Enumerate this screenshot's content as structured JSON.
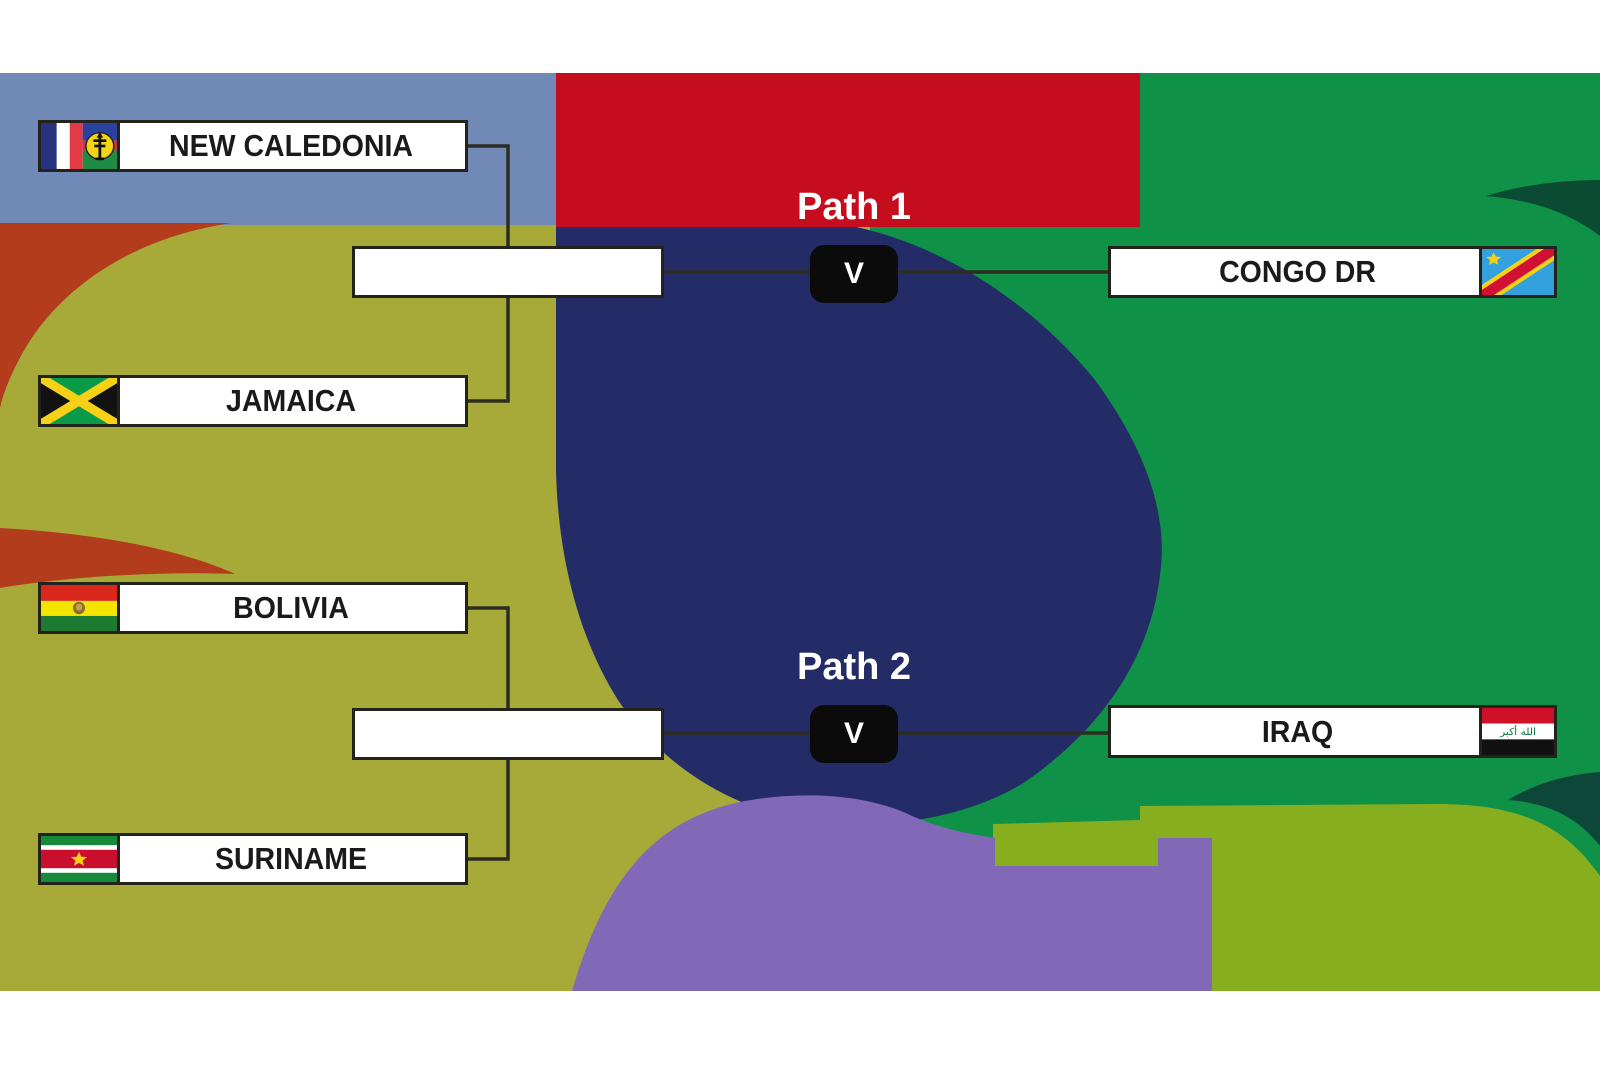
{
  "paths": [
    {
      "label": "Path 1",
      "vs": "V",
      "semi": {
        "top": "NEW CALEDONIA",
        "bottom": "JAMAICA"
      },
      "winner_placeholder": "",
      "opponent": "CONGO DR"
    },
    {
      "label": "Path 2",
      "vs": "V",
      "semi": {
        "top": "BOLIVIA",
        "bottom": "SURINAME"
      },
      "winner_placeholder": "",
      "opponent": "IRAQ"
    }
  ],
  "flags": [
    "new-caledonia-flag",
    "jamaica-flag",
    "bolivia-flag",
    "suriname-flag",
    "congo-dr-flag",
    "iraq-flag"
  ],
  "colors": {
    "olive": "#a7aa38",
    "slate_blue": "#7189b6",
    "red_band": "#c50d1d",
    "green": "#0f9147",
    "navy": "#232c66",
    "rust": "#b23c1c",
    "purple": "#8169b7",
    "bright_green": "#86ae1e",
    "teal": "#0d4739",
    "dark_swoosh": "#0b4a33",
    "box_border": "#23231b",
    "chip_black": "#0b0b0b",
    "text_dark": "#1a1a1a",
    "text_white": "#ffffff"
  }
}
